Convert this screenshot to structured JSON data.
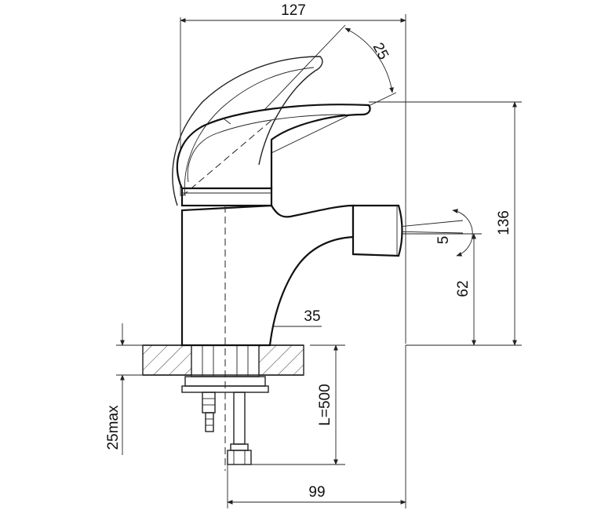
{
  "dimensions": {
    "total_width": "127",
    "lever_angle": "25",
    "total_height": "136",
    "spout_angle": "5",
    "spout_height": "62",
    "base_diameter": "35",
    "hose_length": "L=500",
    "counter_thickness": "25max",
    "spout_reach": "99"
  }
}
